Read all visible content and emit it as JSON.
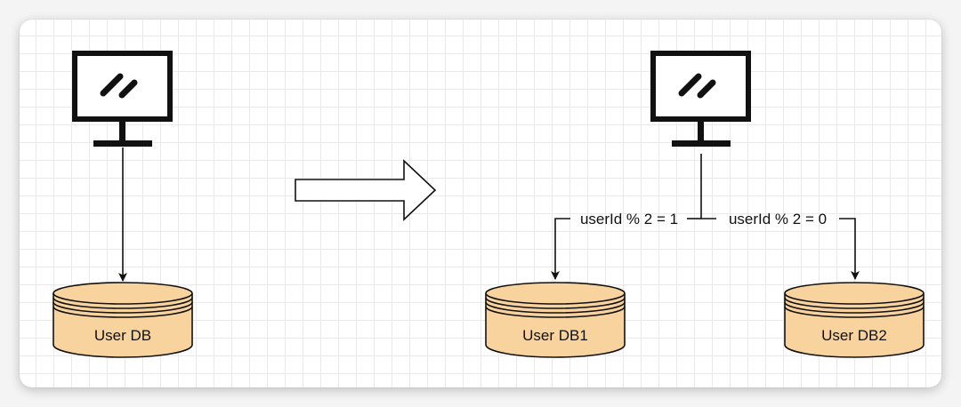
{
  "diagram": {
    "left": {
      "client_icon": "monitor-icon",
      "database_label": "User DB"
    },
    "transition_arrow_icon": "right-block-arrow-icon",
    "right": {
      "client_icon": "monitor-icon",
      "databases": [
        {
          "label": "User DB1",
          "route_label": "userId % 2 = 1"
        },
        {
          "label": "User DB2",
          "route_label": "userId % 2 = 0"
        }
      ]
    },
    "colors": {
      "database_fill": "#f9d39e",
      "stroke": "#111111",
      "grid": "#e9e9e9"
    }
  }
}
